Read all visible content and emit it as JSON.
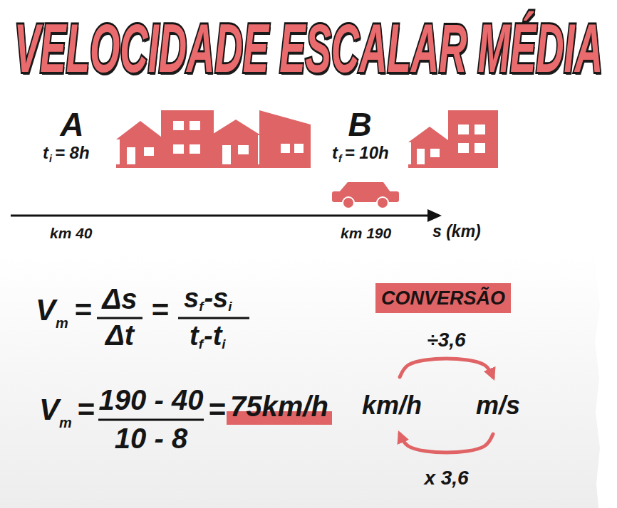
{
  "diagram": {
    "title": "VELOCIDADE ESCALAR MÉDIA",
    "nodes": [
      {
        "text": [
          "CONVERSÃO"
        ]
      },
      {
        "text": [
          "75km/h"
        ]
      },
      {
        "text": [
          "km/h"
        ]
      },
      {
        "text": [
          "m/s"
        ]
      }
    ],
    "edges": [
      {
        "from": 2,
        "to": 3,
        "arrow": "to",
        "label": "÷3,6"
      },
      {
        "from": 3,
        "to": 2,
        "arrow": "to",
        "label": "x 3,6"
      }
    ],
    "labels": [
      "A",
      "t",
      "i",
      "= 8h",
      "B",
      "t",
      "f",
      "= 10h",
      "km 40",
      "km 190",
      "s (km)",
      "V",
      "m",
      "=",
      "Δs",
      "Δt",
      "=",
      "s",
      "f",
      "-s",
      "i",
      "t",
      "f",
      "-t",
      "i",
      "V",
      "m",
      "=",
      "190 - 40",
      "10 - 8",
      "="
    ]
  }
}
